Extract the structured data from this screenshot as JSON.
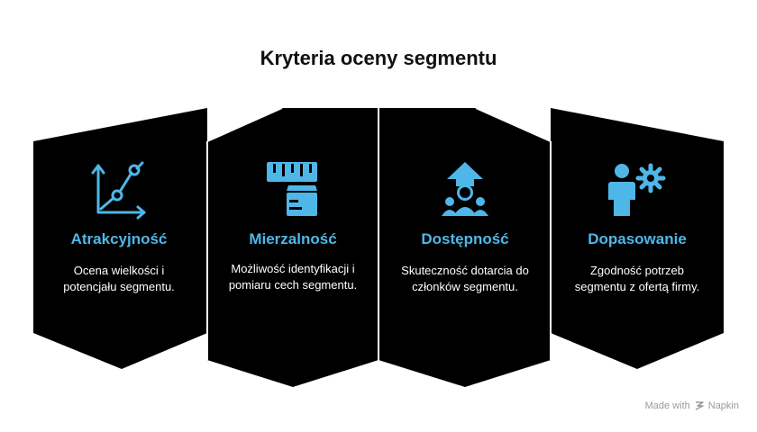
{
  "title": "Kryteria oceny segmentu",
  "colors": {
    "card": "#000000",
    "accent": "#4fb6e8",
    "text": "#ffffff"
  },
  "cards": [
    {
      "heading": "Atrakcyjność",
      "description": "Ocena wielkości i potencjału segmentu.",
      "icon": "growth-chart-icon"
    },
    {
      "heading": "Mierzalność",
      "description": "Możliwość identyfikacji i pomiaru cech segmentu.",
      "icon": "ruler-icon"
    },
    {
      "heading": "Dostępność",
      "description": "Skuteczność dotarcia do członków segmentu.",
      "icon": "target-audience-icon"
    },
    {
      "heading": "Dopasowanie",
      "description": "Zgodność potrzeb segmentu z ofertą firmy.",
      "icon": "person-gear-icon"
    }
  ],
  "footer": {
    "made_with": "Made with",
    "brand": "Napkin"
  }
}
